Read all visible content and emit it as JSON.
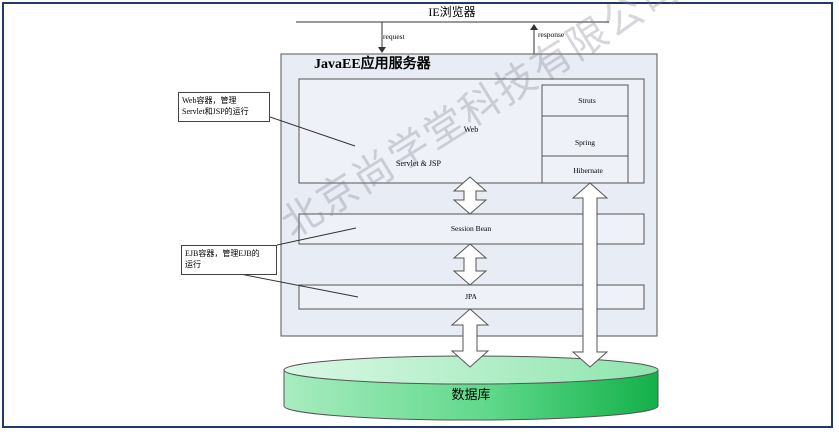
{
  "diagram": {
    "browser_label": "IE浏览器",
    "request_label": "request",
    "response_label": "response",
    "server_title": "JavaEE应用服务器",
    "web_box": {
      "title": "Web",
      "subtitle": "Servlet & JSP"
    },
    "frameworks": [
      "Struts",
      "Spring",
      "Hibernate"
    ],
    "session_bean_label": "Session Bean",
    "jpa_label": "JPA",
    "database_label": "数据库",
    "notes": {
      "web_container_line1": "Web容器，管理",
      "web_container_line2": "Servlet和JSP的运行",
      "ejb_container_line1": "EJB容器，管理EJB的",
      "ejb_container_line2": "运行"
    },
    "watermark": "北京尚学堂科技有限公司"
  },
  "colors": {
    "frame_border": "#1f3a64",
    "server_fill": "#e8ecf4",
    "database_top": "#c8f5d8",
    "database_side": "#22c45a"
  }
}
